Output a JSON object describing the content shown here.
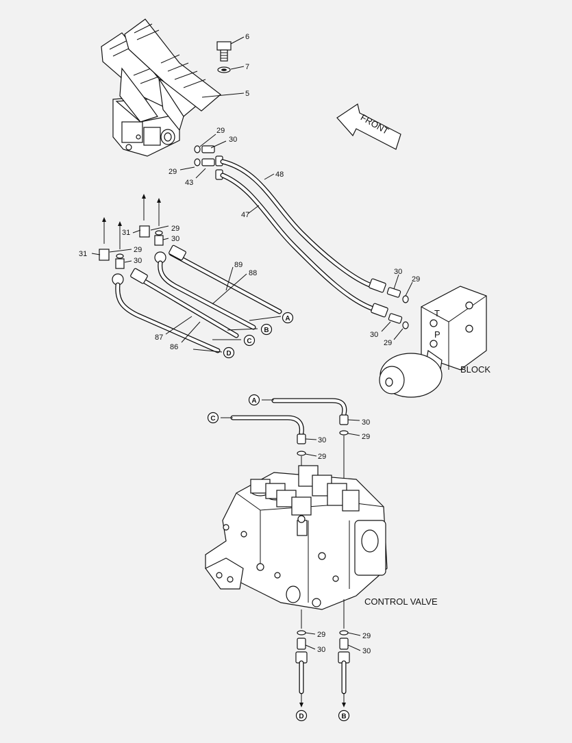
{
  "labels": {
    "front": "FRONT",
    "block": "BLOCK",
    "control_valve": "CONTROL VALVE",
    "port_t": "T",
    "port_p": "P"
  },
  "callouts": {
    "c6": "6",
    "c7": "7",
    "c5": "5",
    "c29a": "29",
    "c30a": "30",
    "c29b": "29",
    "c43": "43",
    "c48": "48",
    "c47": "47",
    "c31a": "31",
    "c29c": "29",
    "c30b": "30",
    "c31b": "31",
    "c29d": "29",
    "c30c": "30",
    "c89": "89",
    "c88": "88",
    "c87": "87",
    "c86": "86",
    "c30d": "30",
    "c29e": "29",
    "c30e": "30",
    "c29f": "29",
    "c30f": "30",
    "c29g": "29",
    "c30g": "30",
    "c29h": "29",
    "c29i": "29",
    "c30h": "30",
    "c29j": "29",
    "c30i": "30"
  },
  "refs": {
    "a1": "A",
    "b1": "B",
    "c1": "C",
    "d1": "D",
    "a2": "A",
    "c2": "C",
    "d2": "D",
    "b2": "B"
  }
}
